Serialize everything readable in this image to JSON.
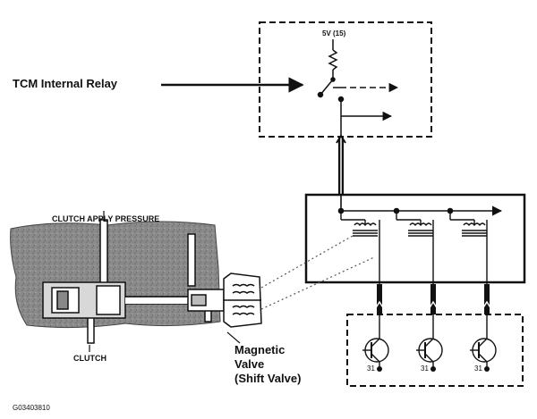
{
  "labels": {
    "relay_callout": "TCM Internal Relay",
    "supply": "5V (15)",
    "clutch_apply_pressure": "CLUTCH APPLY PRESSURE",
    "clutch": "CLUTCH",
    "valve_line1": "Magnetic",
    "valve_line2": "Valve",
    "valve_line3": "(Shift Valve)",
    "ground_1": "31",
    "ground_2": "31",
    "ground_3": "31",
    "figure_id": "G03403810"
  },
  "colors": {
    "ink": "#111111",
    "casting": "#8a8a8a",
    "background": "#ffffff"
  },
  "icons": [
    "relay-switch-icon",
    "coil-icon",
    "transistor-icon",
    "ground-icon",
    "arrow-icon"
  ]
}
